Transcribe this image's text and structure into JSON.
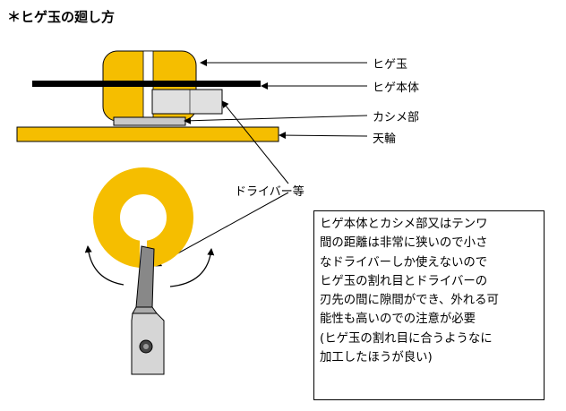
{
  "title": "＊ヒゲ玉の廻し方",
  "labels": {
    "hairspring_collet": "ヒゲ玉",
    "hairspring": "ヒゲ本体",
    "crimp": "カシメ部",
    "balance_wheel": "天輪",
    "screwdriver": "ドライバー等"
  },
  "note_lines": [
    "ヒゲ本体とカシメ部又はテンワ",
    "間の距離は非常に狭いので小さ",
    "なドライバーしか使えないので",
    "ヒゲ玉の割れ目とドライバーの",
    "刃先の間に隙間ができ、外れる可",
    "能性も高いのでの注意が必要",
    "(ヒゲ玉の割れ目に合うようなに",
    "加工したほうが良い)"
  ],
  "colors": {
    "collet": "#F5BE00",
    "balance": "#F5BE00",
    "crimp_fill": "#C8C8C8",
    "tool_fill": "#D6D6D6",
    "line": "#000000"
  }
}
